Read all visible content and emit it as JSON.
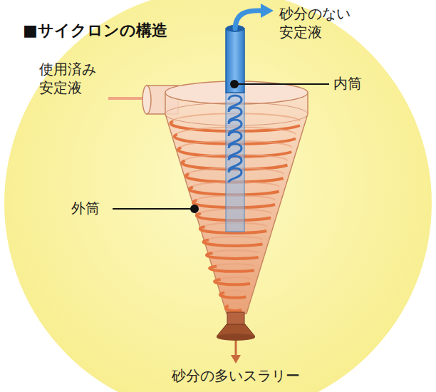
{
  "diagram": {
    "title": "■サイクロンの構造",
    "labels": [
      "使用済み 安定液",
      "砂分のない 安定液",
      "内筒",
      "外筒",
      "砂分の多いスラリー"
    ]
  }
}
